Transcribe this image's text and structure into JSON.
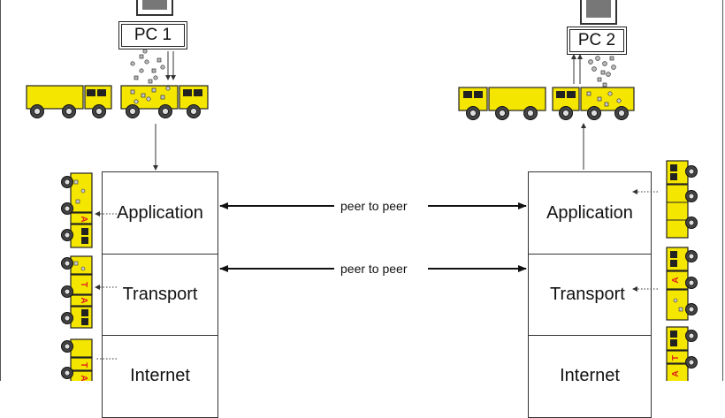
{
  "hosts": {
    "left": {
      "label": "PC 1"
    },
    "right": {
      "label": "PC 2"
    }
  },
  "stacks": {
    "left": {
      "layers": [
        "Application",
        "Transport",
        "Internet"
      ]
    },
    "right": {
      "layers": [
        "Application",
        "Transport",
        "Internet"
      ]
    }
  },
  "connections": [
    {
      "label": "peer to peer",
      "layer": "Application"
    },
    {
      "label": "peer to peer",
      "layer": "Transport"
    }
  ],
  "header_tags": {
    "application": "A",
    "transport": "T"
  },
  "colors": {
    "truck_body": "#f5e600",
    "outline": "#222222",
    "arrow": "#111111"
  }
}
